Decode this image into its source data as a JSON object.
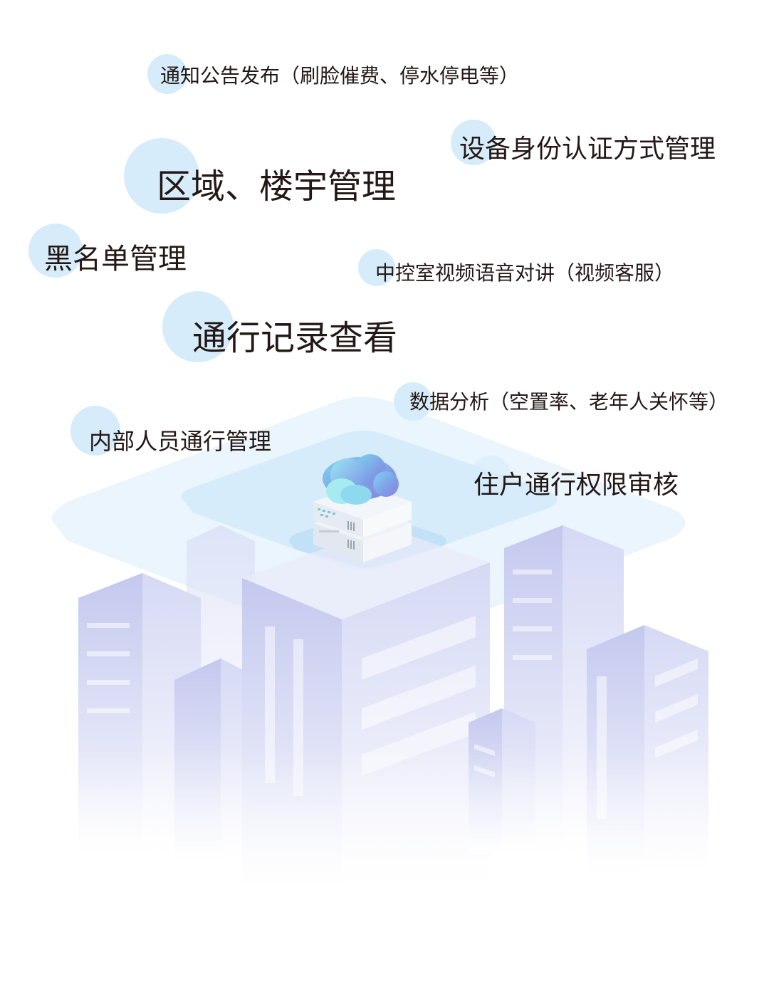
{
  "features": [
    {
      "id": "notice-publish",
      "label": "通知公告发布（刷脸催费、停水停电等）"
    },
    {
      "id": "auth-method",
      "label": "设备身份认证方式管理"
    },
    {
      "id": "area-building",
      "label": "区域、楼宇管理"
    },
    {
      "id": "blacklist",
      "label": "黑名单管理"
    },
    {
      "id": "video-intercom",
      "label": "中控室视频语音对讲（视频客服）"
    },
    {
      "id": "access-records",
      "label": "通行记录查看"
    },
    {
      "id": "data-analysis",
      "label": "数据分析（空置率、老年人关怀等）"
    },
    {
      "id": "staff-access",
      "label": "内部人员通行管理"
    },
    {
      "id": "resident-review",
      "label": "住户通行权限审核"
    }
  ],
  "colors": {
    "text": "#231815",
    "bubble": "#d6ecfa",
    "building": "#c9cdef",
    "platform": "#dff0fb"
  }
}
